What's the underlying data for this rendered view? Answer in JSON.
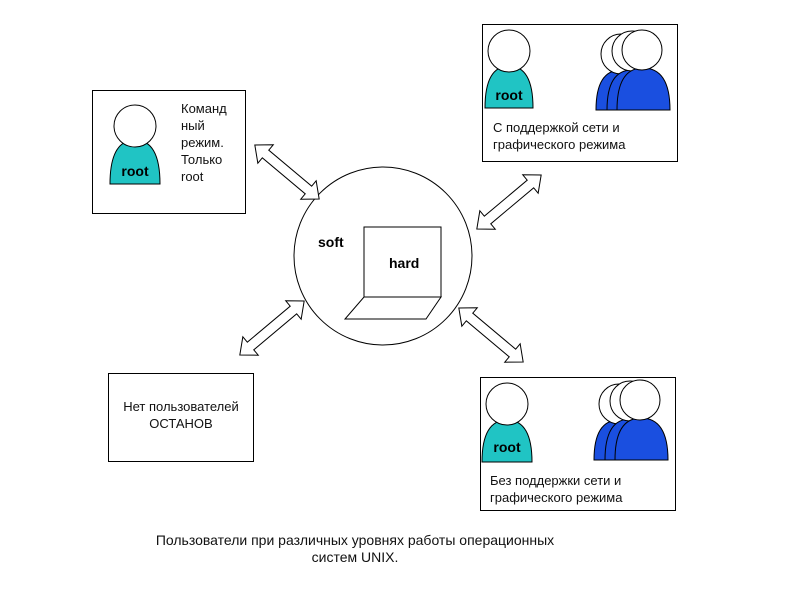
{
  "diagram": {
    "center": {
      "soft_label": "soft",
      "hard_label": "hard"
    },
    "nodes": {
      "command_mode": {
        "user_label": "root",
        "text": "Команд\nный\nрежим.\nТолько\nroot"
      },
      "network_gui": {
        "user_label": "root",
        "text": "С поддержкой сети и\nграфического режима"
      },
      "no_network": {
        "user_label": "root",
        "text": "Без поддержки сети и\nграфического режима"
      },
      "no_users": {
        "text": "Нет пользователей\nОСТАНОВ"
      }
    },
    "caption": "Пользователи при различных уровнях работы операционных\nсистем UNIX."
  },
  "colors": {
    "root_body": "#20c4c4",
    "user_body": "#1a4fe0",
    "line": "#000000",
    "arrow_fill": "#ffffff"
  }
}
